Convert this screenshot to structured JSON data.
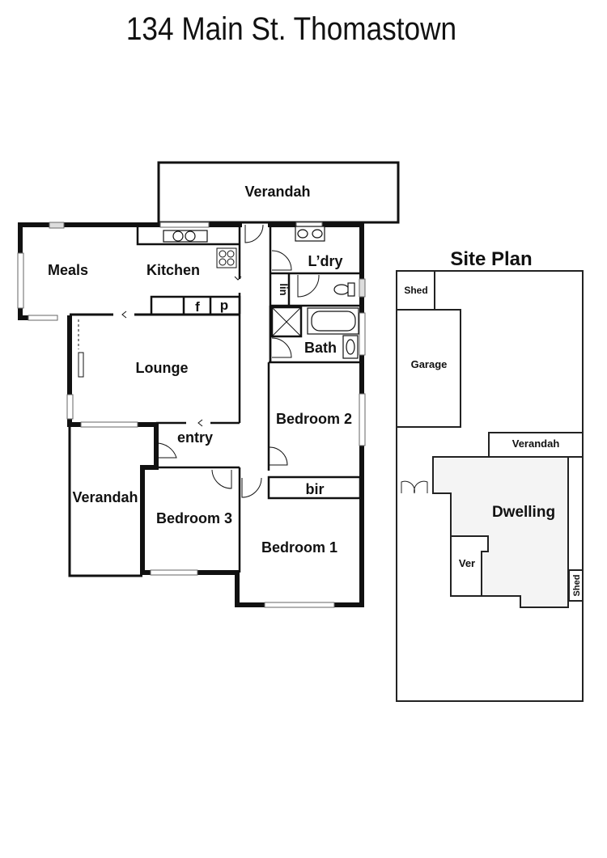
{
  "title": "134 Main St. Thomastown",
  "floor_plan": {
    "rooms": {
      "verandah_top": "Verandah",
      "meals": "Meals",
      "kitchen": "Kitchen",
      "fridge": "f",
      "pantry": "p",
      "laundry": "L’dry",
      "linen": "lin",
      "bath": "Bath",
      "lounge": "Lounge",
      "entry": "entry",
      "bedroom2": "Bedroom 2",
      "verandah_left": "Verandah",
      "bedroom3": "Bedroom 3",
      "bir": "bir",
      "bedroom1": "Bedroom 1"
    }
  },
  "site_plan": {
    "title": "Site Plan",
    "labels": {
      "shed_top": "Shed",
      "garage": "Garage",
      "verandah": "Verandah",
      "dwelling": "Dwelling",
      "ver": "Ver",
      "shed_side": "Shed"
    },
    "dwelling_fill": "#f4f4f4"
  }
}
